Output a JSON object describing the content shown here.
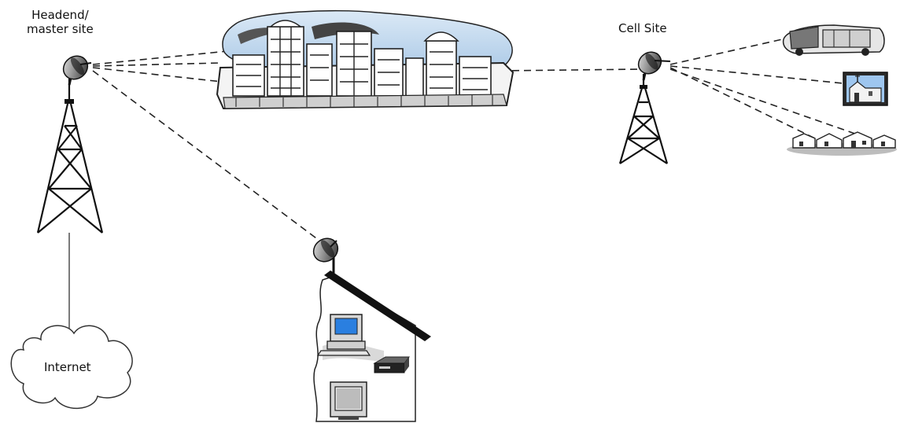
{
  "labels": {
    "headend_line1": "Headend/",
    "headend_line2": "master site",
    "cell_site": "Cell Site",
    "internet": "Internet"
  },
  "colors": {
    "screen": "#2a7fe0",
    "cloud_fill": "#ffffff",
    "sky": "#c5dcef",
    "line": "#222222"
  },
  "icons": [
    "headend-tower",
    "cell-tower",
    "dish-antenna",
    "city-skyline",
    "internet-cloud",
    "house",
    "computer",
    "set-top-box",
    "television",
    "satellite-van",
    "church",
    "houses"
  ]
}
